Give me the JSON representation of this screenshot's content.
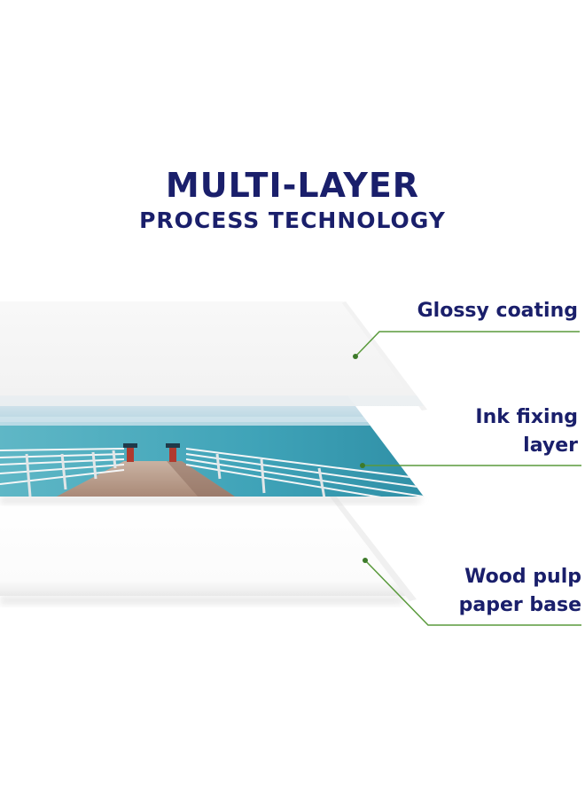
{
  "header": {
    "title": "MULTI-LAYER",
    "subtitle": "PROCESS TECHNOLOGY"
  },
  "layers": [
    {
      "name": "glossy",
      "label_lines": [
        "Glossy coating"
      ]
    },
    {
      "name": "ink",
      "label_lines": [
        "Ink fixing",
        "layer"
      ]
    },
    {
      "name": "wood",
      "label_lines": [
        "Wood pulp",
        "paper base"
      ]
    }
  ],
  "colors": {
    "title": "#1a1f6b",
    "leader_line": "#5a9a3c",
    "sea_light": "#cfe3ec",
    "sea_deep": "#3fa3b8",
    "pier_deck": "#b89a88",
    "post_red": "#b03a2e"
  }
}
